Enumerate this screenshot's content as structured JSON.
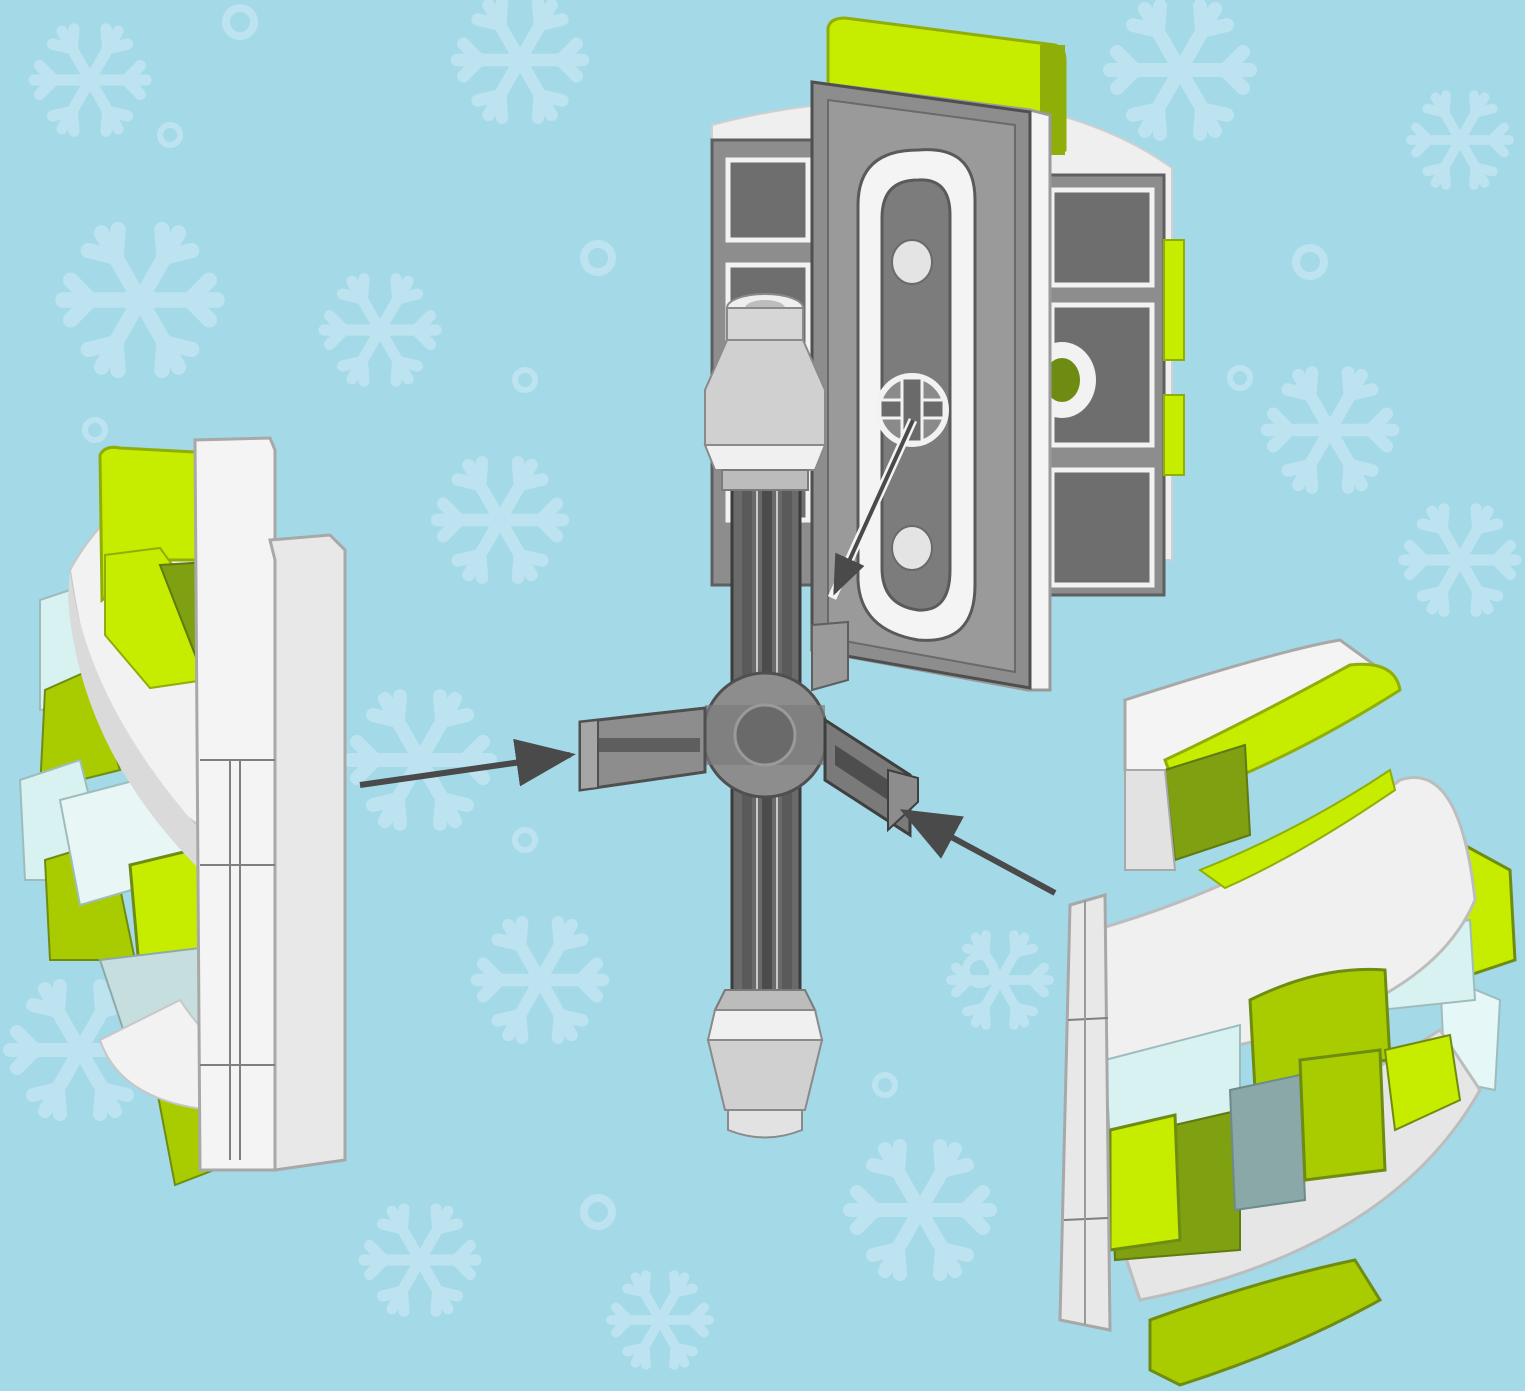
{
  "scene": {
    "type": "exploded-assembly-illustration",
    "components": [
      "top-panel-assembly",
      "center-hub",
      "left-puzzle-module",
      "right-puzzle-module"
    ],
    "arrow_count": 3
  },
  "colors": {
    "background": "#a4d9e8",
    "snowflake": "#bfe5f0",
    "lime": "#c6ec00",
    "lime_dark": "#8fae08",
    "lime_shadow": "#5f7a10",
    "white": "#f4f4f4",
    "white_shade": "#d9d9d9",
    "gray": "#8d8d8d",
    "gray_dark": "#5f5f5f",
    "gray_light": "#b9b9b9",
    "pale_cyan": "#d8f1f1",
    "arrow": "#4a4a4a"
  }
}
